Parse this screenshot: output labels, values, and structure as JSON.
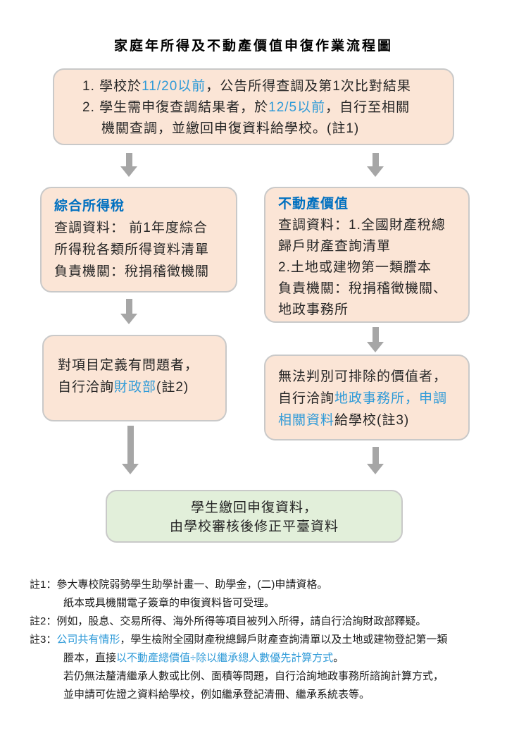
{
  "title": "家庭年所得及不動產價值申復作業流程圖",
  "colors": {
    "box_fill": "#FBE5D6",
    "box_border": "#C9C9C9",
    "final_fill": "#E2EFDA",
    "arrow": "#A6A6A6",
    "heading_blue": "#0070C0",
    "link_blue": "#2E9AD8",
    "text": "#262626"
  },
  "flow": {
    "top": {
      "lines": [
        [
          {
            "t": "1. 學校於"
          },
          {
            "t": "11/20以前",
            "blue": true
          },
          {
            "t": "，公告所得查調及第1次比對結果"
          }
        ],
        [
          {
            "t": "2. 學生需申復查調結果者，於"
          },
          {
            "t": "12/5以前",
            "blue": true
          },
          {
            "t": "，自行至相關"
          }
        ],
        [
          {
            "t": "機關查調，並繳回申復資料給學校。(註1)"
          }
        ]
      ]
    },
    "income": {
      "heading": "綜合所得稅",
      "lines": [
        "查調資料： 前1年度綜合",
        "所得稅各類所得資料清單",
        "負責機關：稅捐稽徵機關"
      ]
    },
    "estate": {
      "heading": "不動產價值",
      "lines": [
        "查調資料：1.全國財產稅總",
        "歸戶財產查詢清單",
        "2.土地或建物第一類謄本",
        "負責機關：稅捐稽徵機關、",
        "地政事務所"
      ]
    },
    "income2": {
      "lines": [
        [
          {
            "t": "對項目定義有問題者，"
          }
        ],
        [
          {
            "t": "自行洽詢"
          },
          {
            "t": "財政部",
            "blue": true
          },
          {
            "t": "(註2)"
          }
        ]
      ]
    },
    "estate2": {
      "lines": [
        [
          {
            "t": "無法判別可排除的價值者，"
          }
        ],
        [
          {
            "t": "自行洽詢"
          },
          {
            "t": "地政事務所，申調",
            "blue": true
          }
        ],
        [
          {
            "t": "相關資料",
            "blue": true
          },
          {
            "t": "給學校(註3)"
          }
        ]
      ]
    },
    "final": {
      "lines": [
        "學生繳回申復資料，",
        "由學校審核後修正平臺資料"
      ]
    }
  },
  "notes": {
    "rows": [
      {
        "segments": [
          {
            "t": "註1：參大專校院弱勢學生助學計畫一、助學金，(二)申請資格。"
          }
        ]
      },
      {
        "segments": [
          {
            "t": "紙本或具機關電子簽章的申復資料皆可受理。"
          }
        ]
      },
      {
        "segments": [
          {
            "t": "註2：例如，股息、交易所得、海外所得等項目被列入所得，請自行洽詢財政部釋疑。"
          }
        ]
      },
      {
        "segments": [
          {
            "t": "註3："
          },
          {
            "t": "公司共有情形",
            "blue": true
          },
          {
            "t": "，學生檢附全國財產稅總歸戶財產查詢清單以及土地或建物登記第一類"
          }
        ]
      },
      {
        "segments": [
          {
            "t": "謄本，直接"
          },
          {
            "t": "以不動產總價值÷除以繼承總人數優先計算方式",
            "blue": true
          },
          {
            "t": "。"
          }
        ]
      },
      {
        "segments": [
          {
            "t": "若仍無法釐清繼承人數或比例、面積等問題，自行洽詢地政事務所諮詢計算方式，"
          }
        ]
      },
      {
        "segments": [
          {
            "t": "並申請可佐證之資料給學校，例如繼承登記清冊、繼承系統表等。"
          }
        ]
      }
    ]
  }
}
